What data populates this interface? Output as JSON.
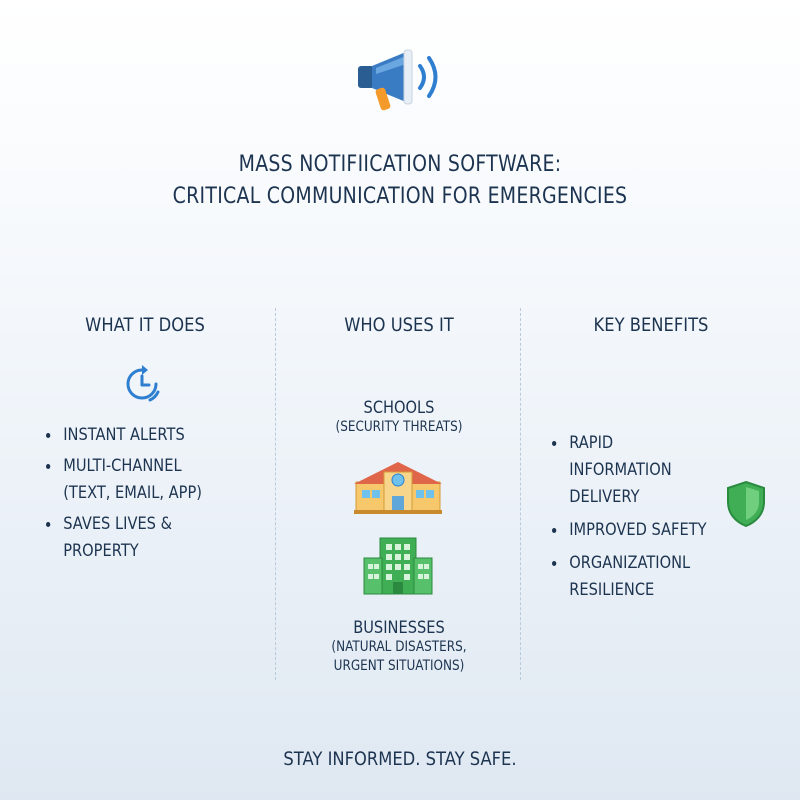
{
  "header": {
    "icon": "megaphone-icon",
    "title_line1": "MASS NOTIFIICATION SOFTWARE:",
    "title_line2": "CRITICAL COMMUNICATION FOR EMERGENCIES"
  },
  "columns": {
    "what": {
      "title": "WHAT IT DOES",
      "icon": "clock-refresh-icon",
      "items": [
        {
          "line1": "INSTANT ALERTS",
          "line2": ""
        },
        {
          "line1": "MULTI-CHANNEL",
          "line2": "(TEXT, EMAIL, APP)"
        },
        {
          "line1": "SAVES LIVES & PROPERTY",
          "line2": ""
        }
      ]
    },
    "who": {
      "title": "WHO USES IT",
      "schools": {
        "label": "SCHOOLS",
        "sub": "(SECURITY THREATS)",
        "icon": "school-building-icon"
      },
      "businesses": {
        "label": "BUSINESSES",
        "sub1": "(NATURAL DISASTERS,",
        "sub2": "URGENT SITUATIONS)",
        "icon": "office-building-icon"
      }
    },
    "benefits": {
      "title": "KEY BENEFITS",
      "icon": "shield-icon",
      "items": [
        {
          "line1": "RAPID INFORMATION",
          "line2": "DELIVERY"
        },
        {
          "line1": "IMPROVED SAFETY",
          "line2": ""
        },
        {
          "line1": "ORGANIZATIONL",
          "line2": "RESILIENCE"
        }
      ]
    }
  },
  "footer": {
    "text": "STAY INFORMED. STAY SAFE."
  },
  "colors": {
    "accent_blue": "#2f7fd0",
    "text": "#1d3450",
    "shield_green": "#3fae55",
    "orange": "#f39a2b"
  }
}
